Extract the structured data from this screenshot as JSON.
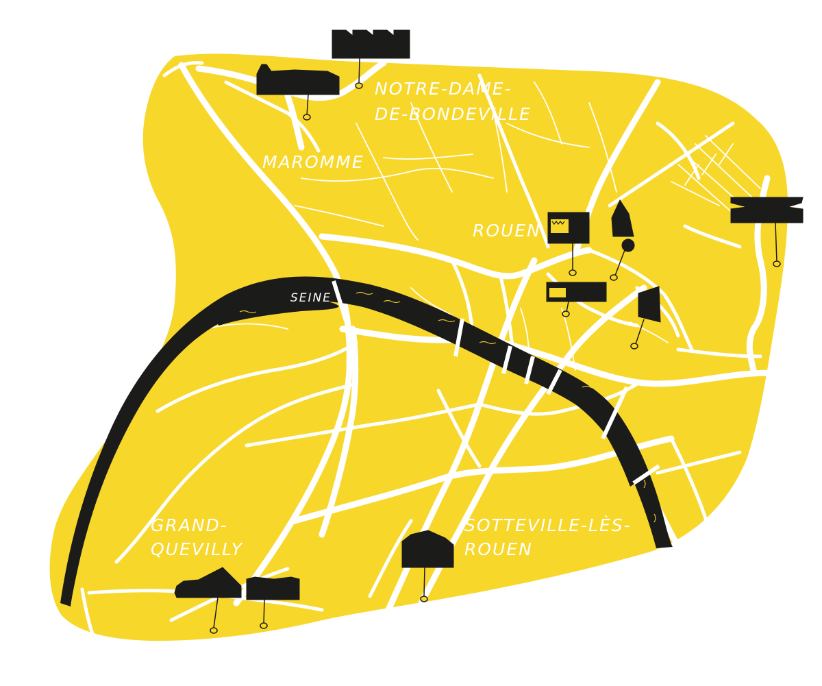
{
  "colors": {
    "land": "#f8d72b",
    "road": "#ffffff",
    "road_dots": "#e9c420",
    "river": "#1b1b19",
    "river_ripples": "#f8d72b",
    "buildings": "#1b1b19"
  },
  "places": {
    "notre_dame_line1": "NOTRE-DAME-",
    "notre_dame_line2": "DE-BONDEVILLE",
    "maromme": "MAROMME",
    "rouen": "ROUEN",
    "grand_quevilly_line1": "GRAND-",
    "grand_quevilly_line2": "QUEVILLY",
    "sotteville_line1": "SOTTEVILLE-LÈS-",
    "sotteville_line2": "ROUEN"
  },
  "river": {
    "name": "SEINE"
  },
  "landmarks": [
    {
      "icon": "factory-icon"
    },
    {
      "icon": "church-icon"
    },
    {
      "icon": "theatre-icon"
    },
    {
      "icon": "cathedral-spire-icon"
    },
    {
      "icon": "museum-icon"
    },
    {
      "icon": "tower-icon"
    },
    {
      "icon": "bridge-building-icon"
    },
    {
      "icon": "hall-icon"
    },
    {
      "icon": "hangar-icon"
    },
    {
      "icon": "station-icon"
    }
  ]
}
